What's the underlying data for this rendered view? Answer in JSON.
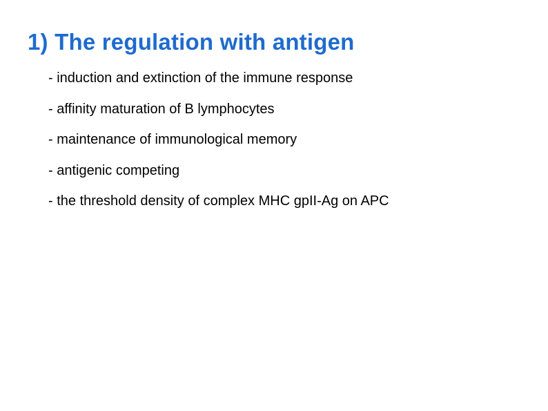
{
  "slide": {
    "title": "1) The regulation with antigen",
    "bullets": [
      "- induction and extinction of the immune response",
      "- affinity maturation of B lymphocytes",
      "- maintenance of immunological memory",
      "- antigenic competing",
      "- the threshold density of complex MHC gpII-Ag on APC"
    ],
    "colors": {
      "title": "#1e6bcf",
      "body_text": "#000000",
      "background": "#ffffff"
    }
  }
}
